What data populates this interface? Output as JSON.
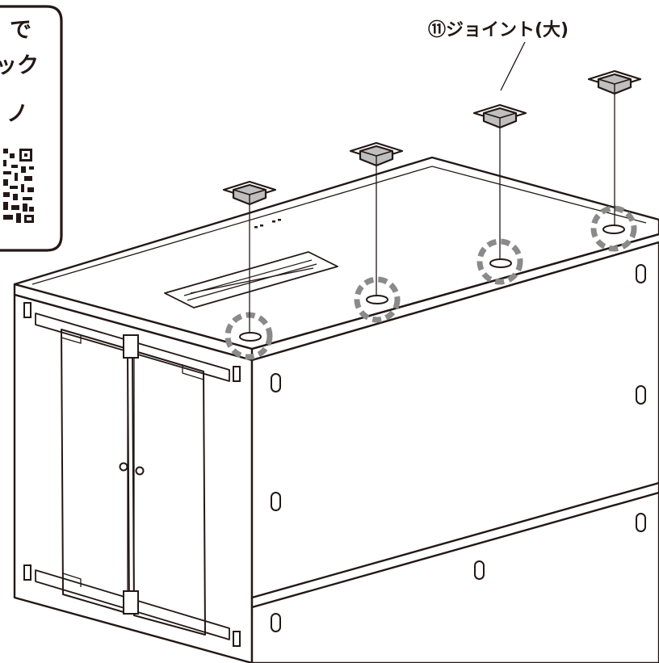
{
  "callout": {
    "line1": "で",
    "line2": "ック",
    "line3": "ノ"
  },
  "part_label": "⑪ジョイント(大)",
  "icons": {
    "qr": "qr-code-icon",
    "joint": "joint-large-icon",
    "highlight": "dashed-circle-highlight-icon"
  },
  "colors": {
    "stroke": "#231815",
    "joint_fill": "#bfbfbf",
    "highlight": "#8a8a8a"
  }
}
